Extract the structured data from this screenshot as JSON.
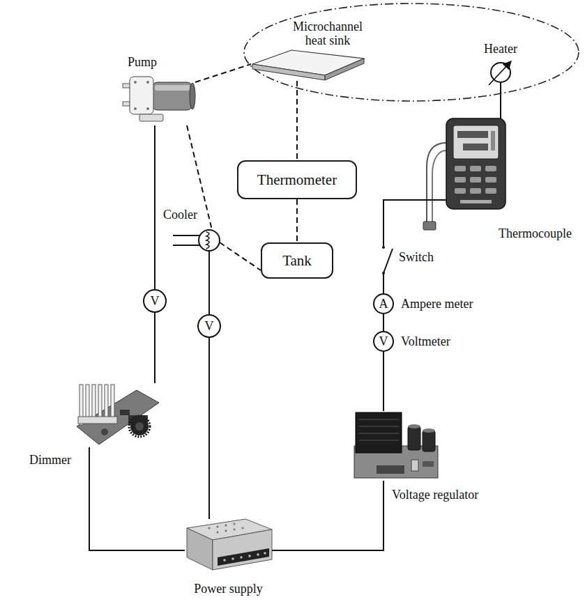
{
  "diagram": {
    "nodes": [
      {
        "text": [
          "Microchannel heat sink"
        ]
      },
      {
        "text": [
          "Heater"
        ]
      },
      {
        "text": [
          "Pump"
        ]
      },
      {
        "text": [
          "Thermometer"
        ]
      },
      {
        "text": [
          "Tank"
        ]
      },
      {
        "text": [
          "Cooler"
        ]
      },
      {
        "text": [
          "Thermocouple"
        ]
      },
      {
        "text": [
          "Switch"
        ]
      },
      {
        "text": [
          "V"
        ]
      },
      {
        "text": [
          "V"
        ]
      },
      {
        "text": [
          "A",
          "Ampere meter"
        ]
      },
      {
        "text": [
          "V",
          "Voltmeter"
        ]
      },
      {
        "text": [
          "Dimmer"
        ]
      },
      {
        "text": [
          "Voltage regulator"
        ]
      },
      {
        "text": [
          "Power supply"
        ]
      }
    ],
    "edges": [
      {
        "from": 2,
        "to": 0,
        "arrow": "none"
      },
      {
        "from": 0,
        "to": 3,
        "arrow": "none"
      },
      {
        "from": 3,
        "to": 4,
        "arrow": "none"
      },
      {
        "from": 2,
        "to": 5,
        "arrow": "none"
      },
      {
        "from": 5,
        "to": 4,
        "arrow": "none"
      },
      {
        "from": 1,
        "to": 6,
        "arrow": "none"
      },
      {
        "from": 6,
        "to": 7,
        "arrow": "none"
      },
      {
        "from": 7,
        "to": 10,
        "arrow": "none"
      },
      {
        "from": 10,
        "to": 11,
        "arrow": "none"
      },
      {
        "from": 11,
        "to": 13,
        "arrow": "none"
      },
      {
        "from": 13,
        "to": 14,
        "arrow": "none"
      },
      {
        "from": 14,
        "to": 12,
        "arrow": "none"
      },
      {
        "from": 12,
        "to": 8,
        "arrow": "none"
      },
      {
        "from": 8,
        "to": 2,
        "arrow": "none"
      },
      {
        "from": 14,
        "to": 9,
        "arrow": "none"
      },
      {
        "from": 9,
        "to": 5,
        "arrow": "none"
      }
    ]
  }
}
